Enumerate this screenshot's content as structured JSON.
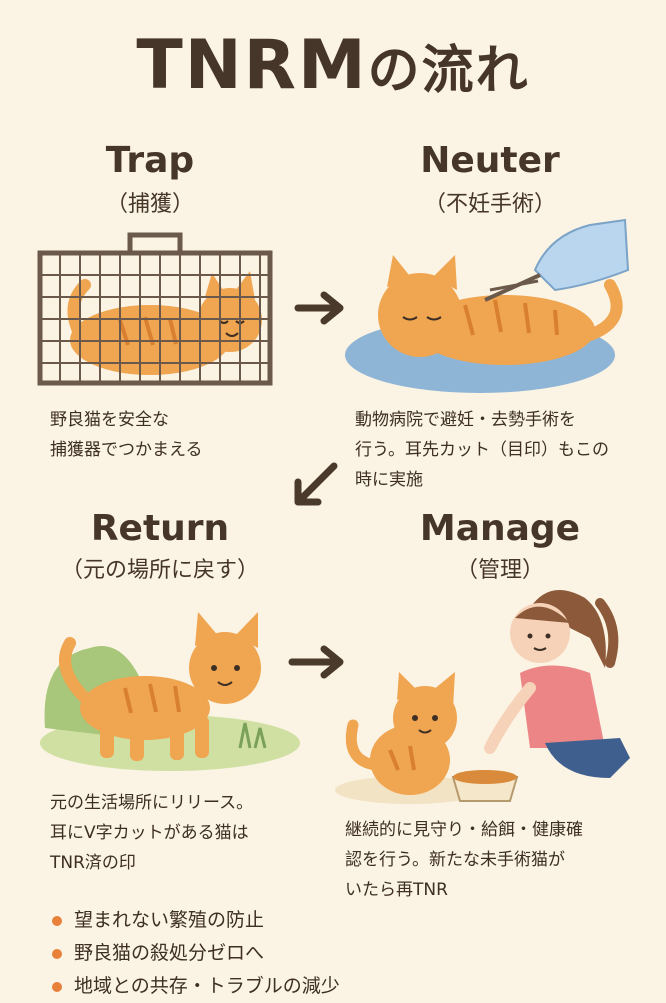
{
  "title": {
    "main": "TNRM",
    "suffix": "の流れ"
  },
  "steps": [
    {
      "name": "Trap",
      "sub": "（捕獲）",
      "desc": "野良猫を安全な\n捕獲器でつかまえる"
    },
    {
      "name": "Neuter",
      "sub": "（不妊手術）",
      "desc": "動物病院で避妊・去勢手術を\n行う。耳先カット（目印）もこの\n時に実施"
    },
    {
      "name": "Return",
      "sub": "（元の場所に戻す）",
      "desc": "元の生活場所にリリース。\n耳にV字カットがある猫は\nTNR済の印"
    },
    {
      "name": "Manage",
      "sub": "（管理）",
      "desc": "継続的に見守り・給餌・健康確\n認を行う。新たな未手術猫が\nいたら再TNR"
    }
  ],
  "benefits": [
    "望まれない繁殖の防止",
    "野良猫の殺処分ゼロへ",
    "地域との共存・トラブルの減少"
  ],
  "colors": {
    "accent": "#e8803a",
    "cat": "#f0a550",
    "text": "#3d2f24"
  },
  "icons": [
    "trap-cage-icon",
    "arrow-right-icon",
    "arrow-down-left-icon",
    "sleeping-cat-icon",
    "glove-hand-icon",
    "walking-cat-icon",
    "person-feeding-icon",
    "sitting-cat-icon",
    "food-bowl-icon"
  ]
}
